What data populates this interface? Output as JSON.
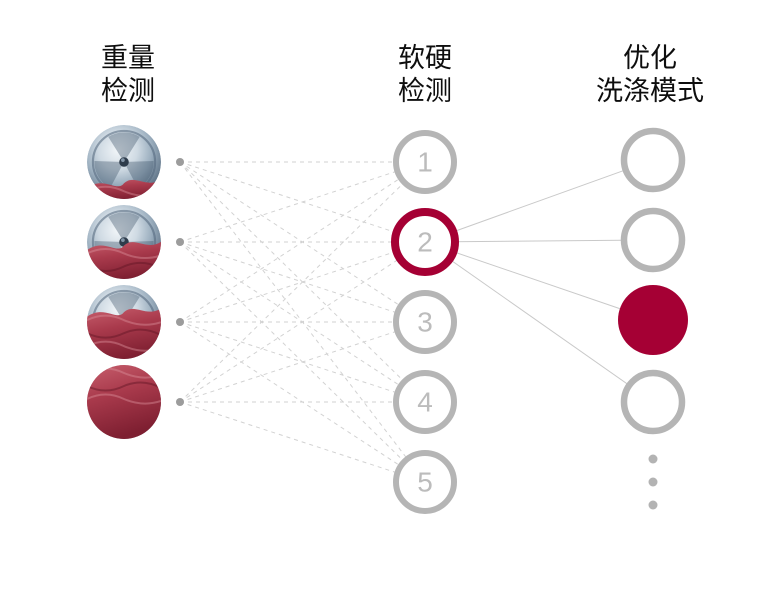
{
  "diagram_title": "AI wash network diagram",
  "colors": {
    "accent": "#a50034",
    "ring_gray": "#b5b5b5",
    "number_gray": "#bcbcbc",
    "dashed_line": "#d2d2d2",
    "solid_line": "#c9c9c9",
    "dot_gray": "#9c9c9c",
    "ellipsis_gray": "#b3b3b3",
    "title_text": "#0e0e0e",
    "background": "#ffffff"
  },
  "columns": {
    "weight": {
      "title_line1": "重量",
      "title_line2": "检测",
      "images": [
        {
          "name": "load-image-1",
          "desc": "drum mostly empty, small red cloth at bottom",
          "red_fraction": 0.24
        },
        {
          "name": "load-image-2",
          "desc": "drum half covered by red cloth",
          "red_fraction": 0.48
        },
        {
          "name": "load-image-3",
          "desc": "drum mostly covered by red cloth",
          "red_fraction": 0.66
        },
        {
          "name": "load-image-4",
          "desc": "drum fully covered by red cloth",
          "red_fraction": 1.0
        }
      ]
    },
    "softness": {
      "title_line1": "软硬",
      "title_line2": "检测",
      "nodes": [
        {
          "label": "1",
          "active": false
        },
        {
          "label": "2",
          "active": true
        },
        {
          "label": "3",
          "active": false
        },
        {
          "label": "4",
          "active": false
        },
        {
          "label": "5",
          "active": false
        }
      ]
    },
    "mode": {
      "title_line1": "优化",
      "title_line2": "洗涤模式",
      "nodes": [
        {
          "active": false
        },
        {
          "active": false
        },
        {
          "active": true
        },
        {
          "active": false
        }
      ],
      "ellipsis_count": 3
    }
  },
  "edges": {
    "weight_to_softness": {
      "type": "complete-bipartite",
      "style": "dashed"
    },
    "softness_to_mode": {
      "from_node_label": "2",
      "to_node_indices": [
        0,
        1,
        2,
        3
      ],
      "style": "solid"
    }
  }
}
